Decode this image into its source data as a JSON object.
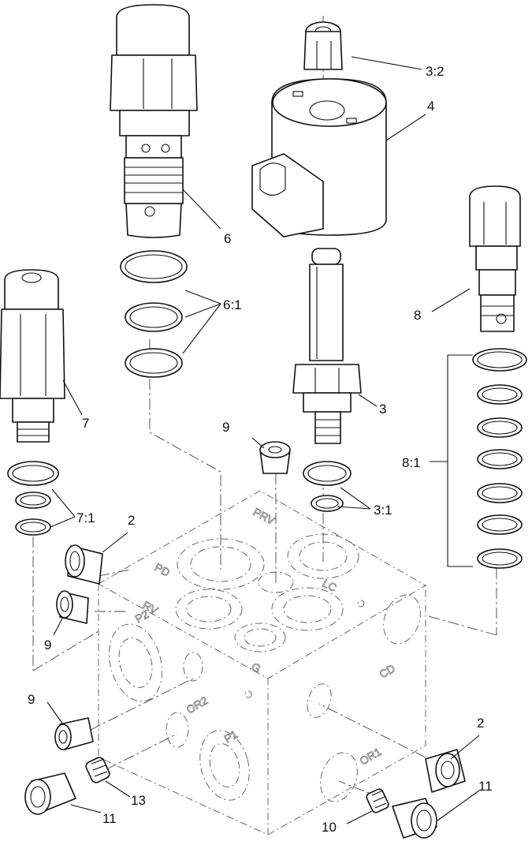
{
  "callouts": {
    "c3_2": "3:2",
    "c4": "4",
    "c6": "6",
    "c6_1": "6:1",
    "c8": "8",
    "c7": "7",
    "c3": "3",
    "c9a": "9",
    "c8_1": "8:1",
    "c7_1": "7:1",
    "c2a": "2",
    "c3_1": "3:1",
    "c9b": "9",
    "c9c": "9",
    "c2b": "2",
    "c11a": "11",
    "c13": "13",
    "c11b": "11",
    "c10": "10"
  },
  "port_markings": {
    "prv": "PRV",
    "pd": "PD",
    "lc": "LC",
    "rv": "RV",
    "p2": "P2",
    "g": "G",
    "cd": "CD",
    "or2": "OR2",
    "p1": "P1",
    "or1": "OR1"
  },
  "colors": {
    "line": "#111111",
    "ghost": "#666666",
    "background": "#ffffff"
  }
}
